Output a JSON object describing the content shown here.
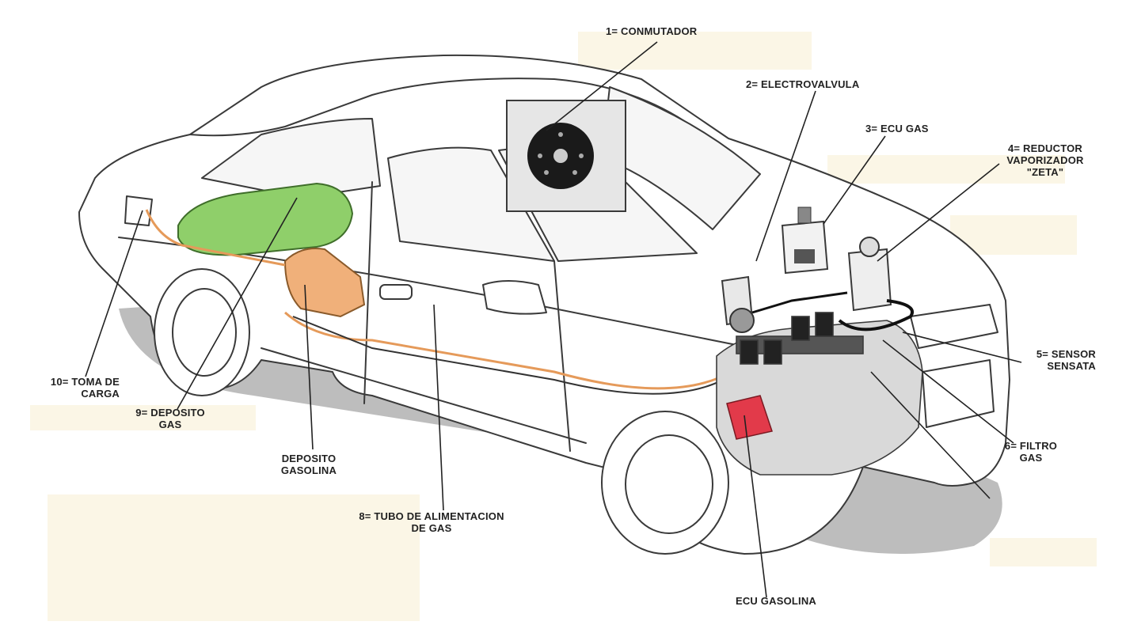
{
  "diagram": {
    "labels": {
      "conmutador": "1= CONMUTADOR",
      "electrovalvula": "2= ELECTROVALVULA",
      "ecu_gas": "3= ECU GAS",
      "reductor": [
        "4= REDUCTOR",
        "VAPORIZADOR",
        "\"ZETA\""
      ],
      "sensor": [
        "5= SENSOR",
        "SENSATA"
      ],
      "filtro": [
        "6= FILTRO",
        "GAS"
      ],
      "ecu_gasolina": "ECU GASOLINA",
      "tubo": [
        "8= TUBO DE ALIMENTACION",
        "DE GAS"
      ],
      "deposito_gasolina": [
        "DEPOSITO",
        "GASOLINA"
      ],
      "deposito_gas": [
        "9= DEPOSITO",
        "GAS"
      ],
      "toma_carga": [
        "10= TOMA DE",
        "CARGA"
      ]
    },
    "colors": {
      "outline": "#3a3a3a",
      "shadow": "#bdbdbd",
      "gas_tank": "#8fcf6a",
      "petrol_tank": "#f0b07a",
      "ecu_petrol": "#e23a4a",
      "label_bg": "#fbf6e6"
    }
  }
}
